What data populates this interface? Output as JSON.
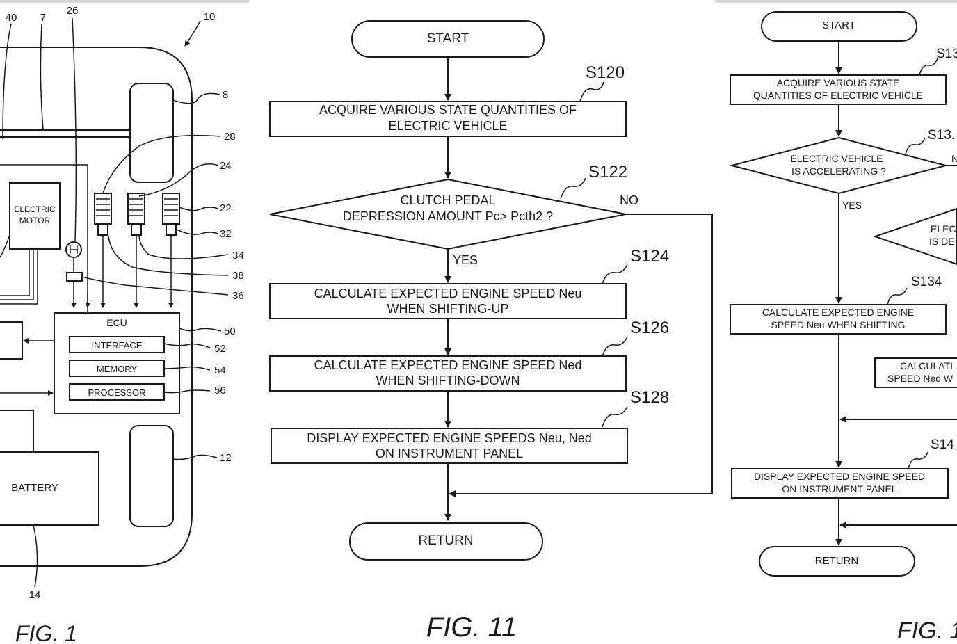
{
  "fig1": {
    "caption": "FIG. 1",
    "refs": {
      "r40": "40",
      "r7": "7",
      "r26": "26",
      "r10": "10",
      "r8": "8",
      "r28": "28",
      "r24": "24",
      "r22": "22",
      "r32": "32",
      "r34": "34",
      "r38": "38",
      "r36": "36",
      "r50": "50",
      "r52": "52",
      "r54": "54",
      "r56": "56",
      "r12": "12",
      "r14": "14"
    },
    "motor_line1": "ELECTRIC",
    "motor_line2": "MOTOR",
    "ecu": "ECU",
    "interface": "INTERFACE",
    "memory": "MEMORY",
    "processor": "PROCESSOR",
    "battery": "BATTERY"
  },
  "fig11": {
    "caption": "FIG. 11",
    "start": "START",
    "s120": {
      "label": "S120",
      "line1": "ACQUIRE VARIOUS STATE QUANTITIES OF",
      "line2": "ELECTRIC VEHICLE"
    },
    "s122": {
      "label": "S122",
      "line1": "CLUTCH PEDAL",
      "line2": "DEPRESSION AMOUNT Pc> Pcth2 ?",
      "yes": "YES",
      "no": "NO"
    },
    "s124": {
      "label": "S124",
      "line1": "CALCULATE EXPECTED ENGINE SPEED Neu",
      "line2": "WHEN SHIFTING-UP"
    },
    "s126": {
      "label": "S126",
      "line1": "CALCULATE EXPECTED ENGINE SPEED Ned",
      "line2": "WHEN SHIFTING-DOWN"
    },
    "s128": {
      "label": "S128",
      "line1": "DISPLAY EXPECTED ENGINE SPEEDS Neu, Ned",
      "line2": "ON INSTRUMENT PANEL"
    },
    "return": "RETURN"
  },
  "fig12": {
    "caption": "FIG. 1",
    "start": "START",
    "s130": {
      "label": "S13",
      "line1": "ACQUIRE VARIOUS STATE",
      "line2": "QUANTITIES OF ELECTRIC VEHICLE"
    },
    "s132": {
      "label": "S13.",
      "line1": "ELECTRIC VEHICLE",
      "line2": "IS ACCELERATING ?",
      "yes": "YES",
      "no": "N"
    },
    "d2": {
      "line1": "ELEC",
      "line2": "IS DE"
    },
    "s134": {
      "label": "S134",
      "line1": "CALCULATE EXPECTED ENGINE",
      "line2": "SPEED Neu WHEN SHIFTING"
    },
    "b2": {
      "line1": "CALCULATI",
      "line2": "SPEED Ned W"
    },
    "s140": {
      "label": "S14",
      "line1": "DISPLAY EXPECTED ENGINE SPEED",
      "line2": "ON INSTRUMENT PANEL"
    },
    "return": "RETURN"
  }
}
